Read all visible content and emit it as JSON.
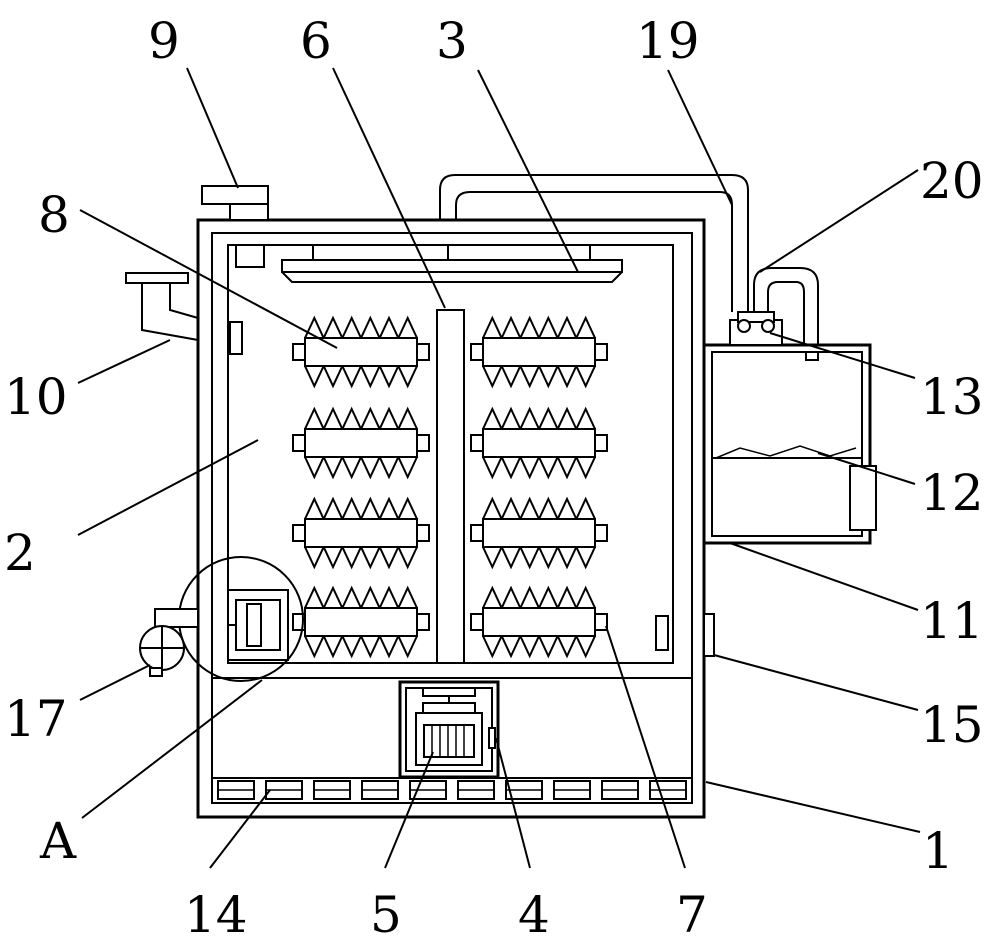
{
  "labels": {
    "l9": "9",
    "l6": "6",
    "l3": "3",
    "l19": "19",
    "l20": "20",
    "l8": "8",
    "l10": "10",
    "l13": "13",
    "l2": "2",
    "l12": "12",
    "l11": "11",
    "l17": "17",
    "l15": "15",
    "lA": "A",
    "l1": "1",
    "l14": "14",
    "l5": "5",
    "l4": "4",
    "l7": "7"
  },
  "colors": {
    "line": "#000000",
    "background": "#ffffff"
  }
}
